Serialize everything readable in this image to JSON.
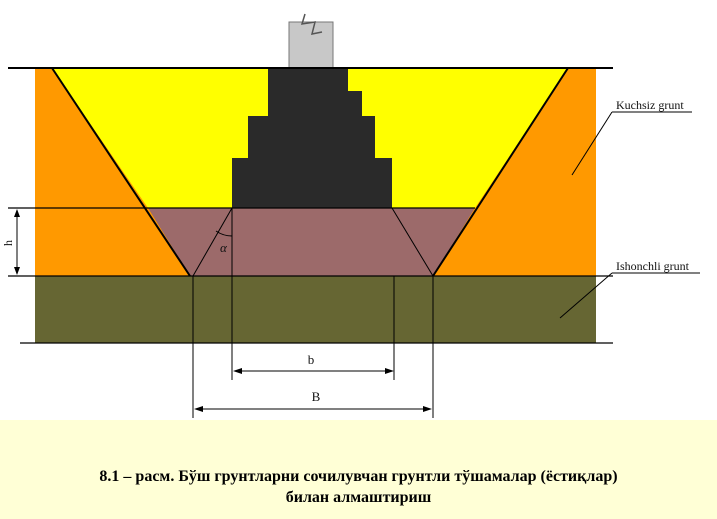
{
  "figure": {
    "labels": {
      "weak_soil": "Kuchsiz grunt",
      "reliable_soil": "Ishonchli grunt",
      "height": "h",
      "angle": "α",
      "narrow_width": "b",
      "wide_width": "B"
    },
    "colors": {
      "background": "#FFFFD6",
      "diagram_bg": "#FFFFFF",
      "weak_soil": "#FF9900",
      "fill_cushion_top": "#FFFF00",
      "sand_cushion": "#9C6A6A",
      "reliable_soil": "#666633",
      "foundation": "#2A2A2A",
      "column": "#C8C8C8"
    }
  },
  "caption": {
    "line1": "8.1 – расм. Бўш грунтларни сочилувчан грунтли тўшамалар (ёстиқлар)",
    "line2": "билан  алмаштириш"
  }
}
